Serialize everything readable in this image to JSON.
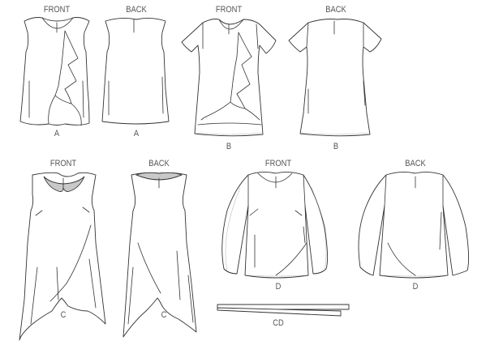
{
  "figure": {
    "background": "#ffffff",
    "line_color": "#333333",
    "collar_fill": "#c8c8c8",
    "label_color": "#555555"
  },
  "views": [
    {
      "id": "a-front",
      "view_label": "FRONT",
      "view_letter": "A"
    },
    {
      "id": "a-back",
      "view_label": "BACK",
      "view_letter": "A"
    },
    {
      "id": "b-front",
      "view_label": "FRONT",
      "view_letter": "B"
    },
    {
      "id": "b-back",
      "view_label": "BACK",
      "view_letter": "B"
    },
    {
      "id": "c-front",
      "view_label": "FRONT",
      "view_letter": "C"
    },
    {
      "id": "c-back",
      "view_label": "BACK",
      "view_letter": "C"
    },
    {
      "id": "d-front",
      "view_label": "FRONT",
      "view_letter": "D"
    },
    {
      "id": "d-back",
      "view_label": "BACK",
      "view_letter": "D"
    }
  ],
  "sash": {
    "view_letter": "CD"
  }
}
